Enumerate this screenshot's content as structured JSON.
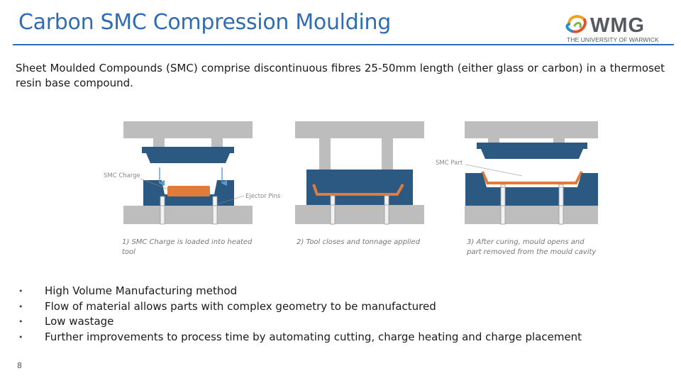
{
  "slide": {
    "title": "Carbon SMC Compression Moulding",
    "intro": "Sheet Moulded Compounds (SMC) comprise discontinuous fibres 25-50mm length (either glass or carbon) in a thermoset resin base compound.",
    "page_number": "8"
  },
  "logo": {
    "brand": "WMG",
    "subtitle": "THE UNIVERSITY OF WARWICK"
  },
  "diagram": {
    "labels": {
      "smc_charge": "SMC Charge",
      "ejector_pins": "Ejector Pins",
      "smc_part": "SMC Part"
    },
    "captions": {
      "step1_line1": "1) SMC Charge is loaded into heated",
      "step1_line2": "tool",
      "step2": "2) Tool closes and tonnage applied",
      "step3_line1": "3) After curing, mould opens and",
      "step3_line2": "part removed from the mould cavity"
    },
    "colors": {
      "press": "#bdbdbd",
      "tool": "#2c5982",
      "charge": "#e07b39"
    }
  },
  "bullets": [
    "High Volume Manufacturing method",
    "Flow of material allows parts with complex geometry to be manufactured",
    "Low wastage",
    "Further improvements to process time by automating cutting, charge heating and charge placement"
  ]
}
